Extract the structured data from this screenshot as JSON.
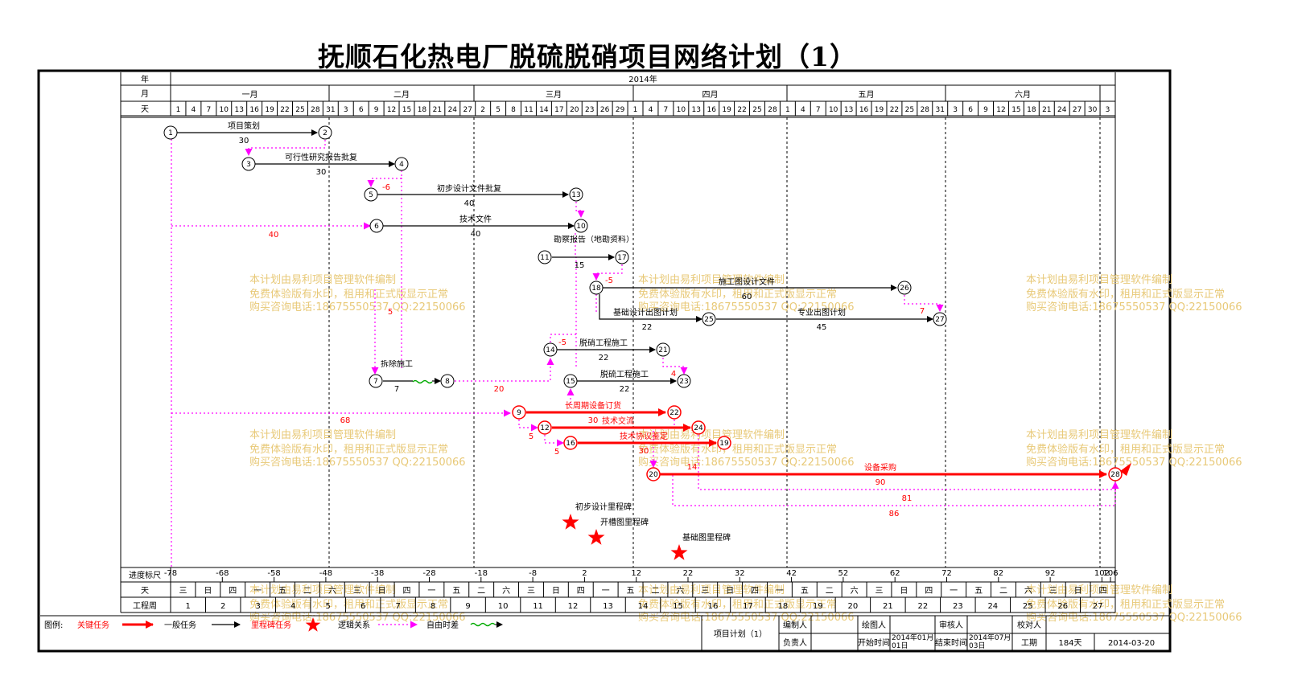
{
  "title": "抚顺石化热电厂脱硫脱硝项目网络计划（1）",
  "header": {
    "year_label": "年",
    "month_label": "月",
    "day_label": "天",
    "year": "2014年",
    "months": [
      "一月",
      "二月",
      "三月",
      "四月",
      "五月",
      "六月"
    ],
    "days": [
      "1",
      "4",
      "7",
      "10",
      "13",
      "16",
      "19",
      "22",
      "25",
      "28",
      "31",
      "3",
      "6",
      "9",
      "12",
      "15",
      "18",
      "21",
      "24",
      "27",
      "2",
      "5",
      "8",
      "11",
      "14",
      "17",
      "20",
      "23",
      "26",
      "29",
      "1",
      "4",
      "7",
      "10",
      "13",
      "16",
      "19",
      "22",
      "25",
      "28",
      "1",
      "4",
      "7",
      "10",
      "13",
      "16",
      "19",
      "22",
      "25",
      "28",
      "31",
      "3",
      "6",
      "9",
      "12",
      "15",
      "18",
      "21",
      "24",
      "27",
      "30",
      "3"
    ]
  },
  "tasks": [
    {
      "label": "项目策划",
      "duration": "30",
      "kind": "normal"
    },
    {
      "label": "可行性研究报告批复",
      "duration": "30",
      "kind": "normal"
    },
    {
      "label": "初步设计文件批复",
      "duration": "40",
      "kind": "normal"
    },
    {
      "label": "技术文件",
      "duration": "40",
      "kind": "normal"
    },
    {
      "label": "勘察报告（地勘资料）",
      "duration": "15",
      "kind": "normal"
    },
    {
      "label": "施工图设计文件",
      "duration": "60",
      "kind": "normal"
    },
    {
      "label": "基础设计出图计划",
      "duration": "22",
      "kind": "normal"
    },
    {
      "label": "专业出图计划",
      "duration": "45",
      "kind": "normal"
    },
    {
      "label": "脱硝工程施工",
      "duration": "22",
      "kind": "normal"
    },
    {
      "label": "脱硫工程施工",
      "duration": "22",
      "kind": "normal"
    },
    {
      "label": "拆除施工",
      "duration": "7",
      "kind": "normal"
    },
    {
      "label": "长周期设备订货",
      "duration": "30",
      "kind": "critical"
    },
    {
      "label": "技术交流",
      "duration": "30",
      "kind": "critical"
    },
    {
      "label": "技术协议鉴定",
      "duration": "14",
      "kind": "critical"
    },
    {
      "label": "设备采购",
      "duration": "90",
      "kind": "critical"
    }
  ],
  "nodes": [
    "1",
    "2",
    "3",
    "4",
    "5",
    "13",
    "10",
    "6",
    "11",
    "17",
    "18",
    "26",
    "27",
    "25",
    "14",
    "21",
    "15",
    "23",
    "7",
    "8",
    "9",
    "22",
    "12",
    "24",
    "16",
    "19",
    "20",
    "28"
  ],
  "float_labels": [
    "-6",
    "40",
    "-5",
    "7",
    "5",
    "-5",
    "4",
    "20",
    "68",
    "5",
    "5",
    "14",
    "81",
    "86"
  ],
  "milestones": [
    "初步设计里程碑",
    "开槽图里程碑",
    "基础图里程碑"
  ],
  "watermark": {
    "line1": "本计划由易利项目管理软件编制",
    "line2": "免费体验版有水印，租用和正式版显示正常",
    "line3": "购买咨询电话:18675550537 QQ:22150066"
  },
  "footer": {
    "scale_label": "进度标尺",
    "scale": [
      "-78",
      "-68",
      "-58",
      "-48",
      "-38",
      "-28",
      "-18",
      "-8",
      "2",
      "12",
      "22",
      "32",
      "42",
      "52",
      "62",
      "72",
      "82",
      "92",
      "102",
      "106"
    ],
    "weekday_label": "天",
    "weekdays": [
      "三",
      "日",
      "四",
      "一",
      "五",
      "二",
      "六",
      "三",
      "日",
      "四",
      "一",
      "五",
      "二",
      "六",
      "三",
      "日",
      "四",
      "一",
      "五",
      "二",
      "六",
      "三",
      "日",
      "四",
      "一",
      "五",
      "二",
      "六",
      "三",
      "日",
      "四",
      "一",
      "五",
      "二",
      "六",
      "三",
      "日",
      "四"
    ],
    "week_label": "工程周",
    "weeks": [
      "1",
      "2",
      "3",
      "4",
      "5",
      "6",
      "7",
      "8",
      "9",
      "10",
      "11",
      "12",
      "13",
      "14",
      "15",
      "16",
      "17",
      "18",
      "19",
      "20",
      "21",
      "22",
      "23",
      "24",
      "25",
      "26",
      "27"
    ]
  },
  "legend": {
    "label": "图例:",
    "critical": "关键任务",
    "normal": "一般任务",
    "milestone": "里程碑任务",
    "logic": "逻辑关系",
    "float": "自由时差"
  },
  "info": {
    "plan_name": "项目计划（1）",
    "author_label": "编制人",
    "drafter_label": "绘图人",
    "reviewer_label": "审核人",
    "checker_label": "校对人",
    "owner_label": "负责人",
    "start_label": "开始时间",
    "start_value": "2014年01月01日",
    "end_label": "结束时间",
    "end_value": "2014年07月03日",
    "duration_label": "工期",
    "duration_value": "184天",
    "date_value": "2014-03-20"
  },
  "colors": {
    "critical": "#ff0000",
    "normal": "#000000",
    "logic": "#ff00ff",
    "float": "#00aa00",
    "watermark": "#e8c978",
    "grid": "#000000"
  }
}
